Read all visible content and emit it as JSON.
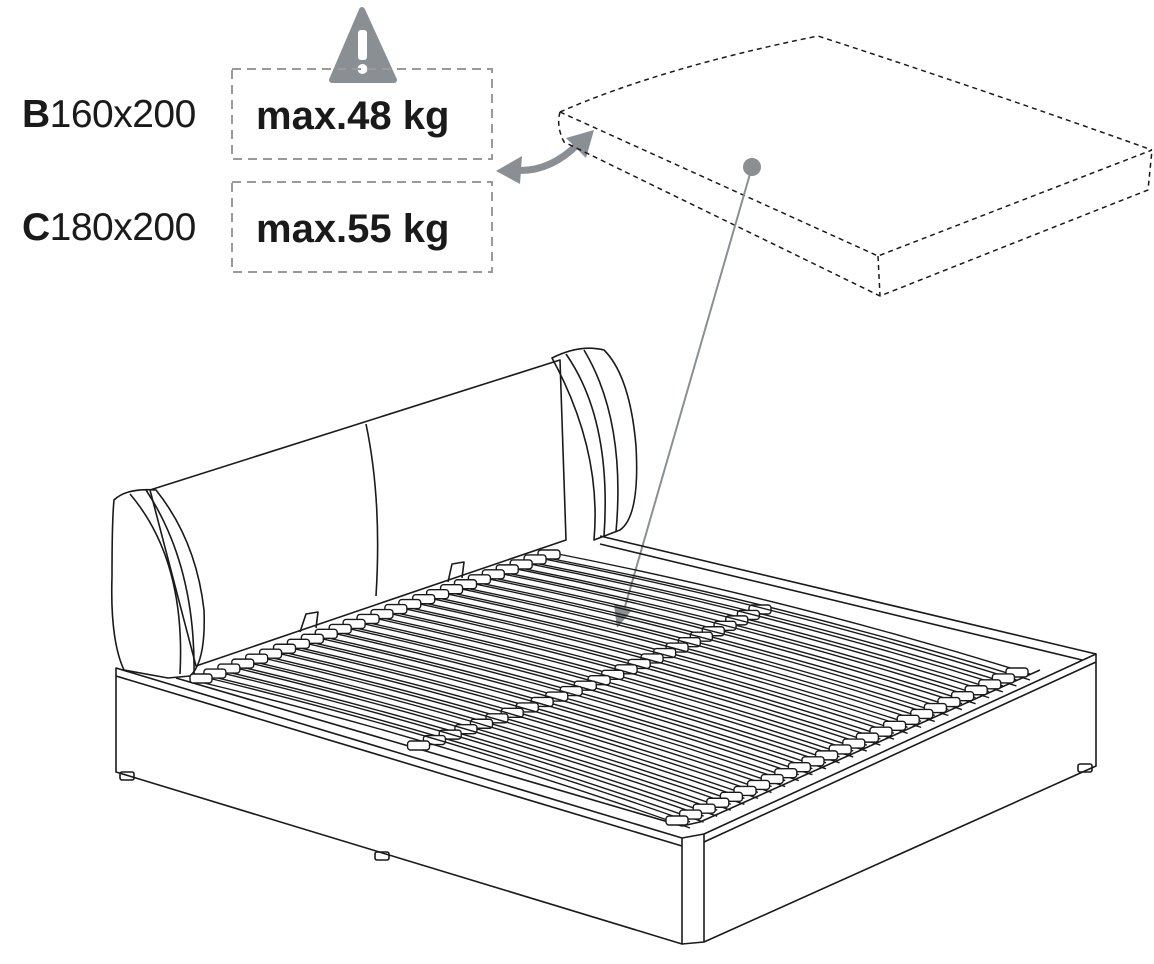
{
  "rows": [
    {
      "code": "B",
      "size": "160x200",
      "max_load": "max.48 kg"
    },
    {
      "code": "C",
      "size": "180x200",
      "max_load": "max.55 kg"
    }
  ],
  "icons": {
    "warning": "warning-triangle-icon",
    "swap": "curved-double-arrow-icon"
  },
  "colors": {
    "line": "#1a1a1a",
    "gray": "#8a8f94",
    "dash": "#9a9a9a"
  }
}
